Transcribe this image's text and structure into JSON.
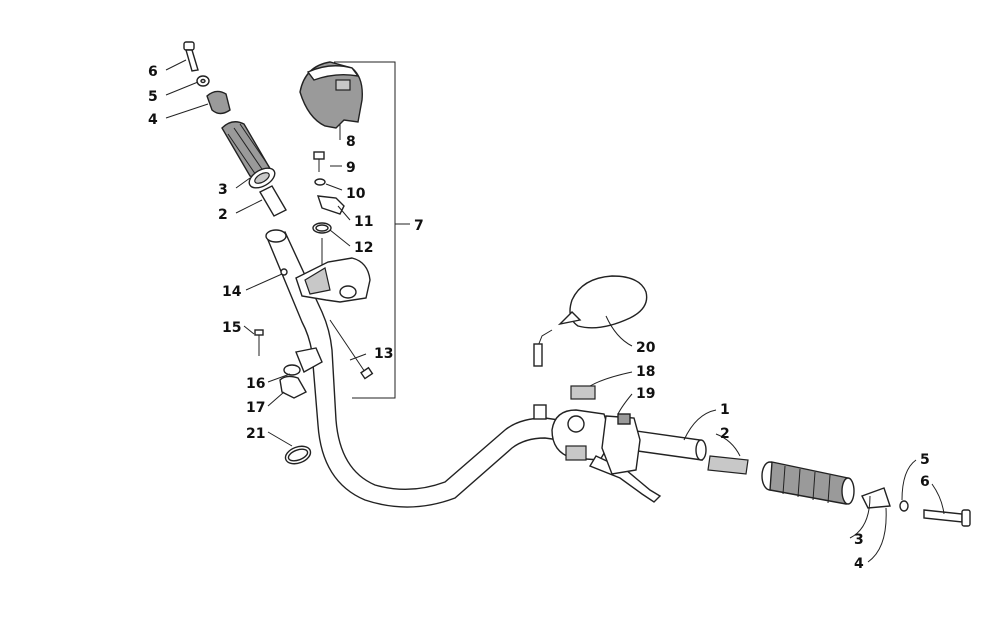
{
  "diagram": {
    "callouts": [
      {
        "id": "c6a",
        "text": "6"
      },
      {
        "id": "c5a",
        "text": "5"
      },
      {
        "id": "c4a",
        "text": "4"
      },
      {
        "id": "c3a",
        "text": "3"
      },
      {
        "id": "c2a",
        "text": "2"
      },
      {
        "id": "c8",
        "text": "8"
      },
      {
        "id": "c9",
        "text": "9"
      },
      {
        "id": "c10",
        "text": "10"
      },
      {
        "id": "c11",
        "text": "11"
      },
      {
        "id": "c12",
        "text": "12"
      },
      {
        "id": "c7",
        "text": "7"
      },
      {
        "id": "c14",
        "text": "14"
      },
      {
        "id": "c15",
        "text": "15"
      },
      {
        "id": "c13",
        "text": "13"
      },
      {
        "id": "c16",
        "text": "16"
      },
      {
        "id": "c17",
        "text": "17"
      },
      {
        "id": "c21",
        "text": "21"
      },
      {
        "id": "c20",
        "text": "20"
      },
      {
        "id": "c18",
        "text": "18"
      },
      {
        "id": "c19",
        "text": "19"
      },
      {
        "id": "c1",
        "text": "1"
      },
      {
        "id": "c2b",
        "text": "2"
      },
      {
        "id": "c5b",
        "text": "5"
      },
      {
        "id": "c6b",
        "text": "6"
      },
      {
        "id": "c3b",
        "text": "3"
      },
      {
        "id": "c4b",
        "text": "4"
      }
    ]
  }
}
